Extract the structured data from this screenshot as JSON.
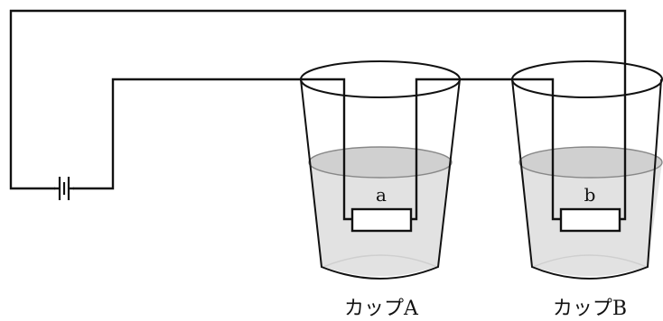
{
  "resistors": {
    "a": "a",
    "b": "b"
  },
  "cups": {
    "cup_a_label": "カップA",
    "cup_b_label": "カップB"
  },
  "symbols": {
    "battery": "battery-icon"
  }
}
